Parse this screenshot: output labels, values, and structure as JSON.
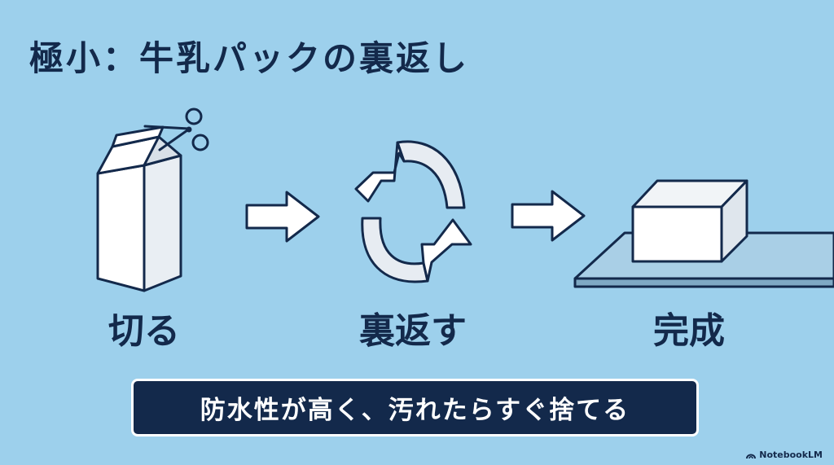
{
  "title": "極小：牛乳パックの裏返し",
  "steps": [
    {
      "label": "切る",
      "icon": "milk-carton-scissors-icon"
    },
    {
      "label": "裏返す",
      "icon": "circular-flip-arrows-icon"
    },
    {
      "label": "完成",
      "icon": "box-on-tray-icon"
    }
  ],
  "note": "防水性が高く、汚れたらすぐ捨てる",
  "watermark": "NotebookLM",
  "colors": {
    "background": "#9dd0ec",
    "navy": "#13294b",
    "white": "#ffffff"
  }
}
